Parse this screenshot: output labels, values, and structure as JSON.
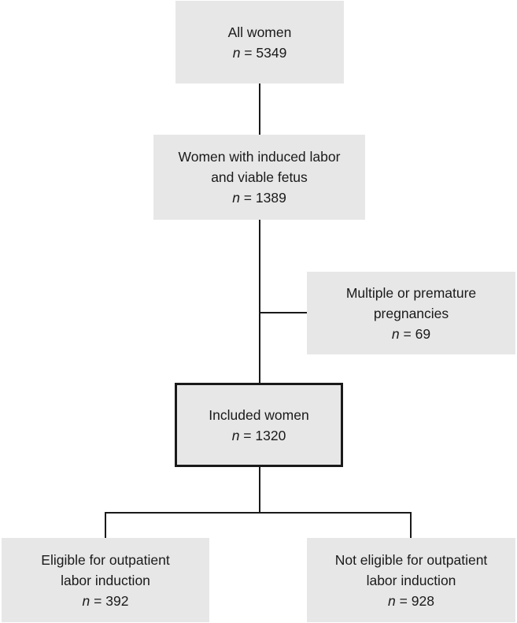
{
  "flowchart": {
    "all_women": {
      "label": "All women",
      "n_symbol": "n",
      "n_rest": " = 5349"
    },
    "induced": {
      "label_line1": "Women with induced labor",
      "label_line2": "and viable fetus",
      "n_symbol": "n",
      "n_rest": " = 1389"
    },
    "excluded": {
      "label_line1": "Multiple or premature",
      "label_line2": "pregnancies",
      "n_symbol": "n",
      "n_rest": " = 69"
    },
    "included": {
      "label": "Included women",
      "n_symbol": "n",
      "n_rest": " = 1320"
    },
    "eligible": {
      "label_line1": "Eligible for outpatient",
      "label_line2": "labor induction",
      "n_symbol": "n",
      "n_rest": " = 392"
    },
    "not_eligible": {
      "label_line1": "Not eligible for outpatient",
      "label_line2": "labor induction",
      "n_symbol": "n",
      "n_rest": " = 928"
    }
  },
  "colors": {
    "box_fill": "#e7e7e7",
    "line": "#1a1a1a"
  }
}
